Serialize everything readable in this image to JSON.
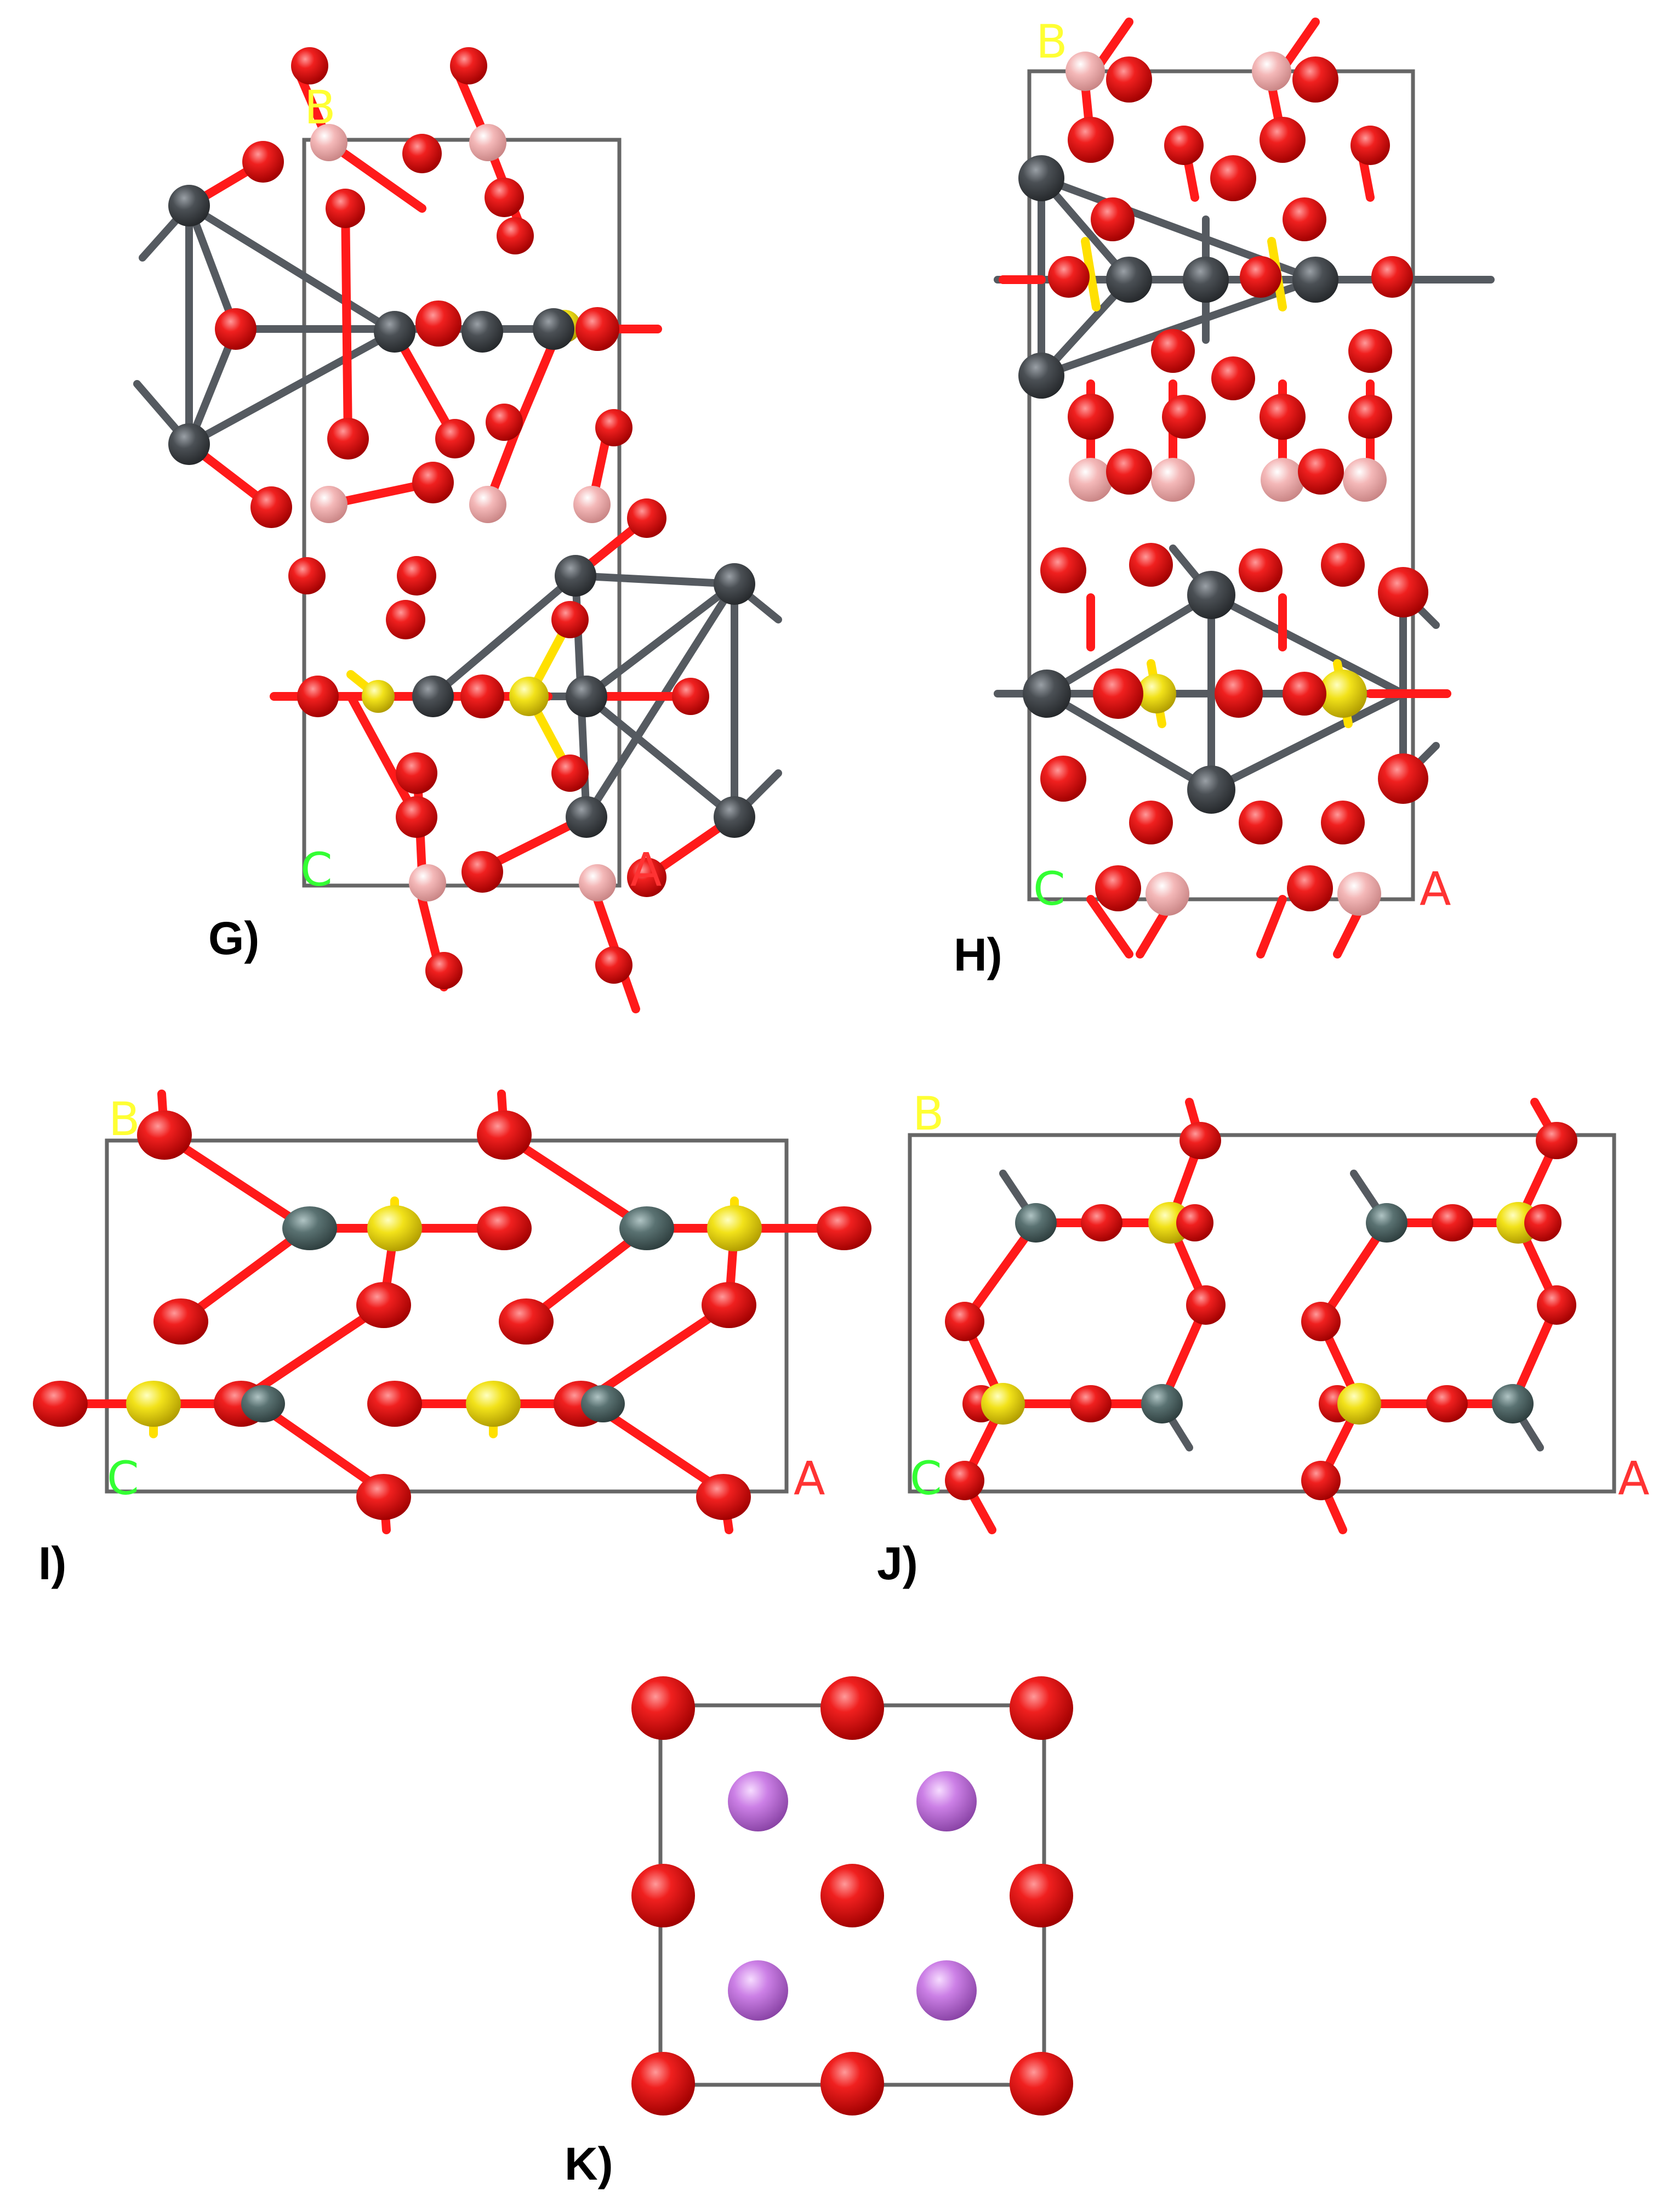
{
  "panels": [
    {
      "id": "G",
      "label": "G)",
      "axes": {
        "b": "B",
        "c": "C",
        "a": "A"
      }
    },
    {
      "id": "H",
      "label": "H)",
      "axes": {
        "b": "B",
        "c": "C",
        "a": "A"
      }
    },
    {
      "id": "I",
      "label": "I)",
      "axes": {
        "b": "B",
        "c": "C",
        "a": "A"
      }
    },
    {
      "id": "J",
      "label": "J)",
      "axes": {
        "b": "B",
        "c": "C",
        "a": "A"
      }
    },
    {
      "id": "K",
      "label": "K)"
    }
  ],
  "colors": {
    "oxygen": "#e8141a",
    "hydrogen": "#f4b8b8",
    "sulfur": "#f2e21a",
    "metal_dark": "#4b5055",
    "metal_teal": "#5a7272",
    "lithium": "#cc80e6",
    "cell_edge": "#666666",
    "axis_b": "#ffff33",
    "axis_c": "#33ff33",
    "axis_a": "#ff3333"
  }
}
